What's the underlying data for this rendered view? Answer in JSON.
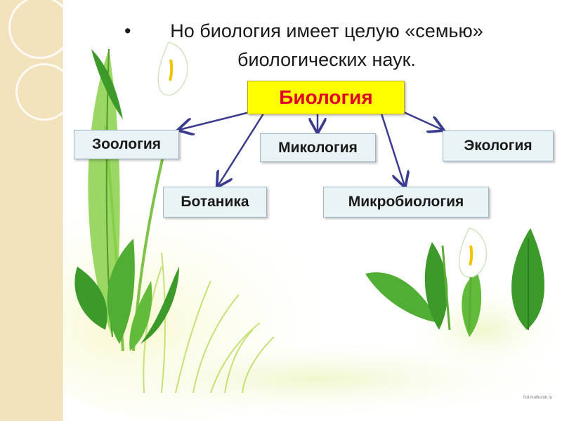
{
  "title": {
    "bullet": "•",
    "line1": "Но биология имеет целую «семью»",
    "line2": "биологических наук."
  },
  "diagram": {
    "root": "Биология",
    "children": {
      "zoology": "Зоология",
      "mycology": "Микология",
      "ecology": "Экология",
      "botany": "Ботаника",
      "microbiology": "Микробиология"
    }
  },
  "colors": {
    "root_fill": "#ffff00",
    "root_text": "#e0002a",
    "box_fill": "#eaf3f5",
    "arrow": "#3b3b8f",
    "strip": "#f3e3bd",
    "leaf_dark": "#3c9a2a",
    "leaf_light": "#8ad04a"
  },
  "watermark": "fsd.multiurok.ru"
}
